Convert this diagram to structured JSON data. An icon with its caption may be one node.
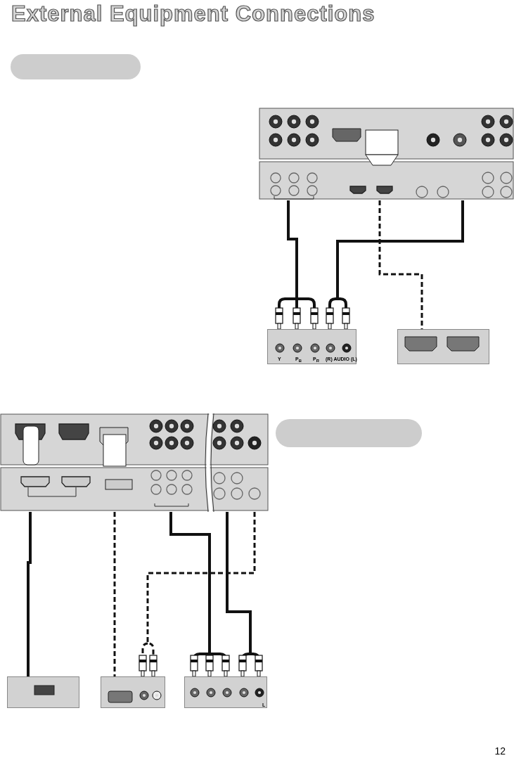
{
  "diagram": {
    "title": "External Equipment Connections",
    "nodes": [
      {
        "text": [],
        "shape": "box"
      },
      {
        "text": [],
        "shape": "box"
      },
      {
        "text": [
          "Y",
          "P$_{B}$",
          "P$_{R}$",
          "(R) AUDIO (L)"
        ]
      },
      {
        "text": [],
        "shape": "box"
      },
      {
        "text": [],
        "shape": "box"
      },
      {
        "text": [],
        "shape": "box"
      },
      {
        "text": [],
        "shape": "box"
      },
      {
        "text": [],
        "shape": "box"
      },
      {
        "text": [
          "L"
        ]
      }
    ],
    "edges": [
      {
        "from": 1,
        "to": 2,
        "arrow": "other"
      },
      {
        "from": 1,
        "to": 2,
        "arrow": "other"
      },
      {
        "from": 1,
        "to": 3,
        "arrow": "none",
        "style": "dashed"
      },
      {
        "from": 4,
        "to": 6,
        "arrow": "none"
      },
      {
        "from": 4,
        "to": 7,
        "arrow": "none",
        "style": "dashed"
      },
      {
        "from": 4,
        "to": 7,
        "arrow": "other",
        "style": "dashed"
      },
      {
        "from": 4,
        "to": 8,
        "arrow": "other"
      },
      {
        "from": 4,
        "to": 8,
        "arrow": "other"
      }
    ],
    "labels": [
      "12"
    ]
  }
}
